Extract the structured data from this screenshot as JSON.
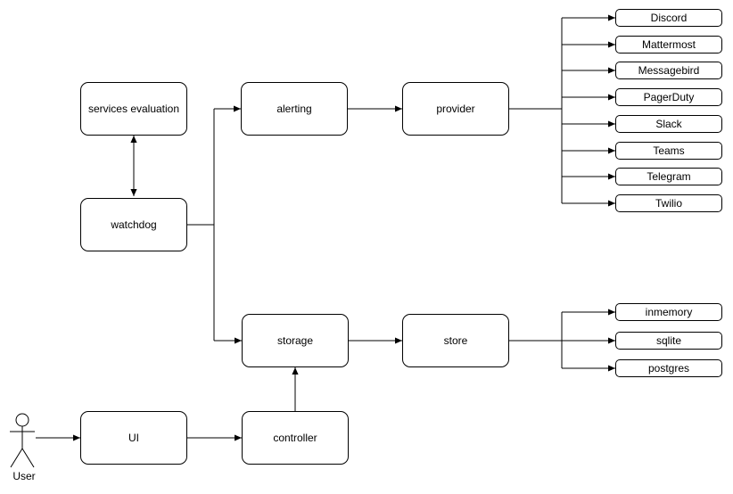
{
  "colors": {
    "stroke": "#000000",
    "node_fill": "#ffffff",
    "background": "#ffffff",
    "text": "#000000"
  },
  "nodes": {
    "services_evaluation": "services evaluation",
    "watchdog": "watchdog",
    "alerting": "alerting",
    "provider": "provider",
    "storage": "storage",
    "store": "store",
    "ui": "UI",
    "controller": "controller"
  },
  "provider_list": [
    "Discord",
    "Mattermost",
    "Messagebird",
    "PagerDuty",
    "Slack",
    "Teams",
    "Telegram",
    "Twilio"
  ],
  "store_list": [
    "inmemory",
    "sqlite",
    "postgres"
  ],
  "actor": {
    "label": "User"
  }
}
